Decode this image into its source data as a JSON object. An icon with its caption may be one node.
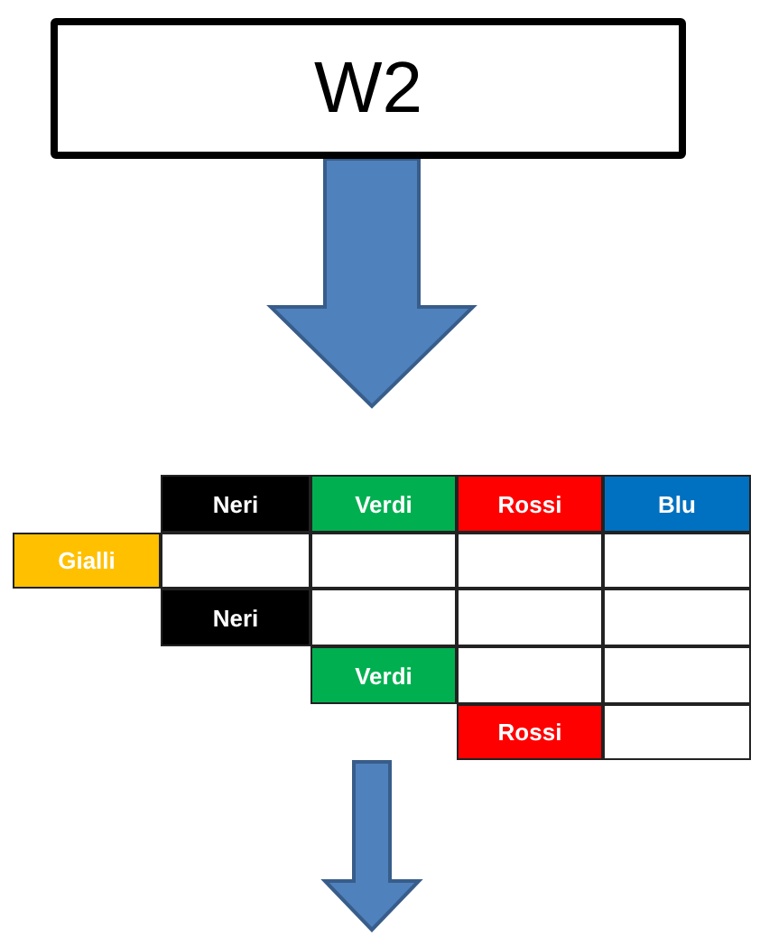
{
  "diagram": {
    "nodes": [
      {
        "text": [
          "W2"
        ]
      },
      {
        "text": [],
        "shape": "box"
      },
      {
        "text": [
          "Neri"
        ]
      },
      {
        "text": [
          "Verdi"
        ]
      },
      {
        "text": [
          "Rossi"
        ]
      },
      {
        "text": [
          "Blu"
        ]
      },
      {
        "text": [
          "Gialli"
        ]
      },
      {
        "text": [
          "Neri"
        ],
        "in": 1
      },
      {
        "text": [
          "Verdi"
        ],
        "in": 1
      },
      {
        "text": [
          "Rossi"
        ],
        "in": 1
      }
    ],
    "edges": [
      {
        "from": 0,
        "to": 1,
        "arrow": "to"
      },
      {
        "from": 1,
        "to": null,
        "arrow": "to"
      }
    ]
  }
}
